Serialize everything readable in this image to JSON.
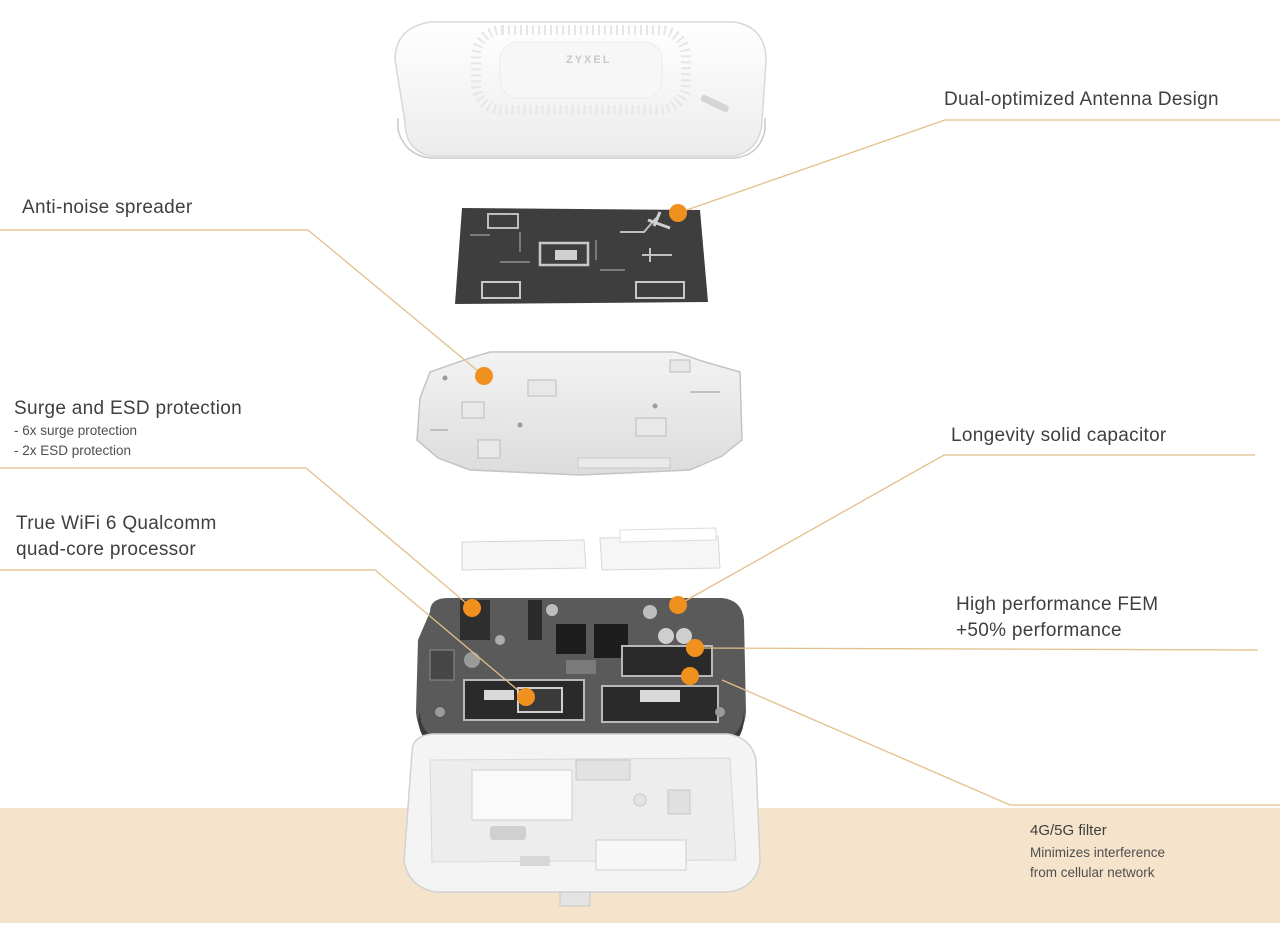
{
  "brand": "ZYXEL",
  "callouts": {
    "antenna": "Dual-optimized Antenna Design",
    "spreader": "Anti-noise spreader",
    "surge": {
      "title": "Surge and ESD protection",
      "details": [
        "- 6x surge protection",
        "- 2x ESD protection"
      ]
    },
    "capacitor": "Longevity solid capacitor",
    "processor": [
      "True WiFi 6 Qualcomm",
      "quad-core processor"
    ],
    "fem": [
      "High performance FEM",
      "+50% performance"
    ],
    "filter": {
      "title": "4G/5G filter",
      "details": [
        "Minimizes interference",
        "from cellular network"
      ]
    }
  },
  "colors": {
    "accent": "#f0901e",
    "line": "#e2c089",
    "base_band": "#f6e3cc",
    "pcb_dark": "#3e3e3e",
    "shell": "#f4f4f4"
  }
}
